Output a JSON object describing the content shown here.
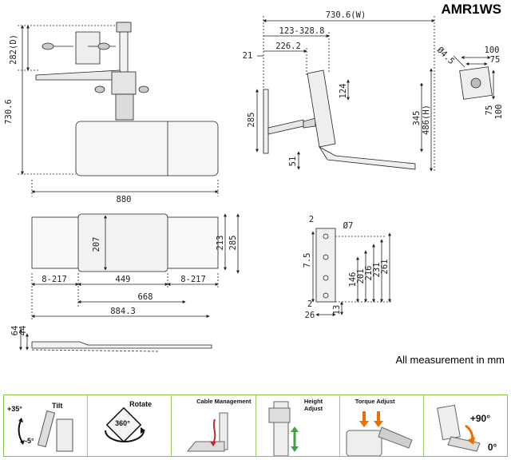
{
  "header": {
    "model": "AMR1WS"
  },
  "note": "All measurement in mm",
  "top_left_view": {
    "dim_vertical_overall": "730.6",
    "dim_vertical_upper": "282(D)",
    "dim_width": "880"
  },
  "top_right_view": {
    "dim_width_total": "730.6(W)",
    "dim_reach_range": "123-328.8",
    "dim_reach": "226.2",
    "dim_left": "21",
    "dim_arm_height": "285",
    "dim_base": "51",
    "dim_tilt": "124",
    "dim_height_lower": "345",
    "dim_height_total": "486(H)"
  },
  "vesa_plate": {
    "dim_hole": "Ø4.5",
    "dim_top_outer": "100",
    "dim_top_inner": "75",
    "dim_side_inner": "75",
    "dim_side_outer": "100"
  },
  "mid_left_view": {
    "dim_inner_height": "207",
    "dim_height_1": "213",
    "dim_height_2": "285",
    "dim_left_range": "8-217",
    "dim_center": "449",
    "dim_right_range": "8-217",
    "dim_keyboard_width": "668",
    "dim_total_width": "884.3"
  },
  "mid_right_view": {
    "dim_top": "2",
    "dim_hole_dia": "Ø7",
    "dim_spacing": "7.5",
    "dim_146": "146",
    "dim_201": "201",
    "dim_216": "216",
    "dim_231": "231",
    "dim_261": "261",
    "dim_bottom": "2",
    "dim_13": "13",
    "dim_26": "26"
  },
  "bottom_left_view": {
    "dim_64": "64",
    "dim_44": "44"
  },
  "features": [
    {
      "label": "Tilt",
      "extra1": "+35°",
      "extra2": "-5°",
      "icon": "tilt-icon"
    },
    {
      "label": "Rotate",
      "extra1": "360°",
      "icon": "rotate-icon"
    },
    {
      "label": "Cable Management",
      "icon": "cable-management-icon"
    },
    {
      "label": "Height Adjust",
      "icon": "height-adjust-icon"
    },
    {
      "label": "Torque Adjust",
      "icon": "torque-adjust-icon"
    },
    {
      "label": "+90°",
      "extra1": "0°",
      "icon": "pivot-icon"
    }
  ]
}
